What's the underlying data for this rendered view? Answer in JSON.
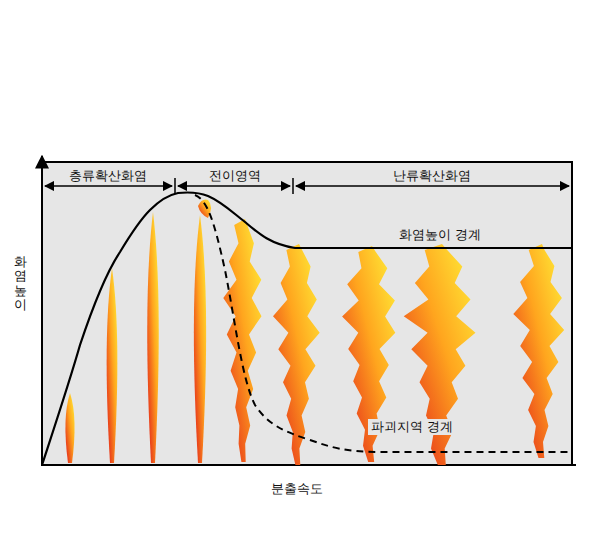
{
  "diagram": {
    "labels": [
      "층류확산화염",
      "전이영역",
      "난류확산화염",
      "화염높이 경계",
      "파괴지역 경계",
      "화염높이",
      "분출속도"
    ]
  }
}
